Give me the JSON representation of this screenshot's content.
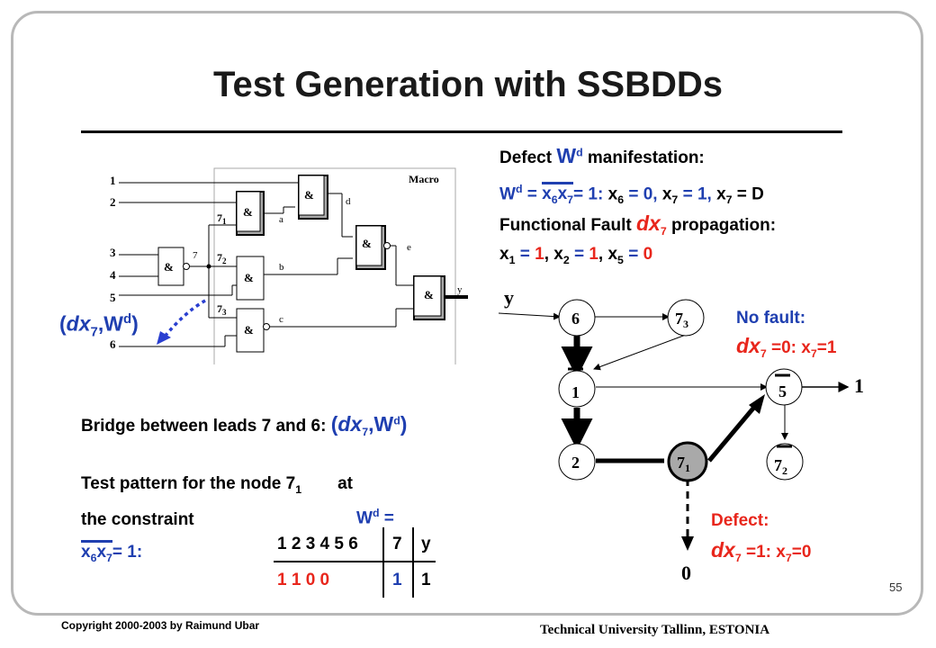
{
  "slide": {
    "title": "Test Generation with SSBDDs",
    "page_number": "55",
    "copyright": "Copyright 2000-2003 by Raimund Ubar",
    "institution": "Technical University Tallinn, ESTONIA"
  },
  "circuit": {
    "macro_label": "Macro",
    "inputs": [
      "1",
      "2",
      "3",
      "4",
      "5",
      "6"
    ],
    "gate_symbol": "&",
    "internal": {
      "a": "a",
      "b": "b",
      "c": "c",
      "d": "d",
      "e": "e",
      "y": "y",
      "seven": "7"
    },
    "fanout_base": "7",
    "fanout_subs": [
      "1",
      "2",
      "3"
    ],
    "defect_label": {
      "open": "(",
      "var": "dx",
      "sub": "7",
      "sep": ",W",
      "sup": "d",
      "close": ")"
    }
  },
  "defect": {
    "line1": {
      "pre": "Defect ",
      "w": "W",
      "sup": "d",
      "post": " manifestation:"
    },
    "line2": {
      "w": "W",
      "sup": "d",
      "eq": " = ",
      "x6": "x",
      "s6": "6",
      "x7": "x",
      "s7": "7",
      "eq2": "= 1: ",
      "rest_a": "x",
      "ra": "6",
      "eq3": " = 0, ",
      "rest_b": "x",
      "rb": "7",
      "eq4": " = 1, ",
      "rest_c": "x",
      "rc": "7",
      "eq5": " = D"
    },
    "line3": {
      "pre": "Functional Fault ",
      "dx": "dx",
      "sub": "7",
      "post": " propagation:"
    },
    "line4": {
      "a": "x",
      "as": "1",
      "ae": " = ",
      "av": "1",
      "b": ", x",
      "bs": "2",
      "be": " = ",
      "bv": "1",
      "c": ", x",
      "cs": "5",
      "ce": " = ",
      "cv": "0"
    }
  },
  "ssbdd": {
    "root_label": "y",
    "nodes": {
      "n6": "6",
      "n7_3_base": "7",
      "n7_3_sub": "3",
      "n1": "1",
      "n5": "5",
      "n2": "2",
      "n7_1_base": "7",
      "n7_1_sub": "1",
      "n7_2_base": "7",
      "n7_2_sub": "2"
    },
    "terminal_one": "1",
    "terminal_zero": "0",
    "no_fault": {
      "title": "No fault:",
      "dx": "dx",
      "sub": "7",
      "eq": " =0: x",
      "xs": "7",
      "val": "=1"
    },
    "defect_note": {
      "title": "Defect:",
      "dx": "dx",
      "sub": "7",
      "eq": " =1: x",
      "xs": "7",
      "val": "=0"
    }
  },
  "bridge": {
    "text": "Bridge between leads 7 and 6: ",
    "open": "(",
    "dx": "dx",
    "sub": "7",
    "sep": ",W",
    "sup": "d",
    "close": ")"
  },
  "test_pattern": {
    "line1a": "Test pattern for the node 7",
    "line1sub": "1",
    "line1b": "at",
    "line2": "the constraint",
    "w": "W",
    "wsup": "d",
    "weq": " =",
    "x6": "x",
    "x6s": "6",
    "x7": "x",
    "x7s": "7",
    "xeq": "= 1:",
    "header": [
      "1 2 3 4 5 6",
      "7",
      "y"
    ],
    "values": [
      "1 1     0 0",
      "1",
      "1"
    ]
  }
}
